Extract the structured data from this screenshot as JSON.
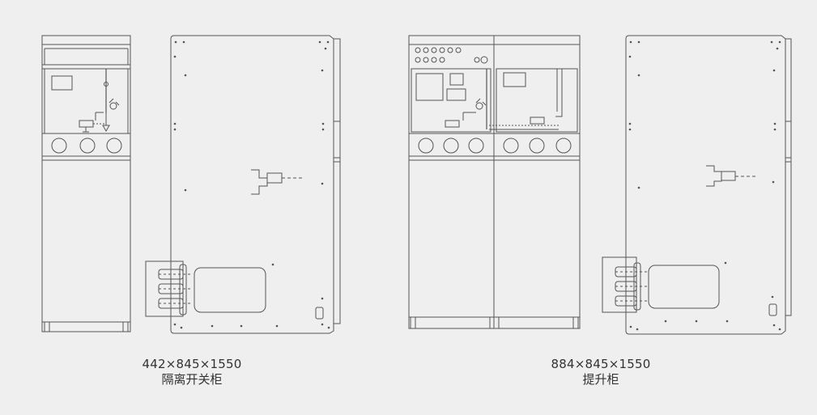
{
  "figures": [
    {
      "dimensions": "442×845×1550",
      "name": "隔离开关柜"
    },
    {
      "dimensions": "884×845×1550",
      "name": "提升柜"
    }
  ],
  "colors": {
    "background": "#efefef",
    "line": "#555555",
    "text": "#333333"
  }
}
